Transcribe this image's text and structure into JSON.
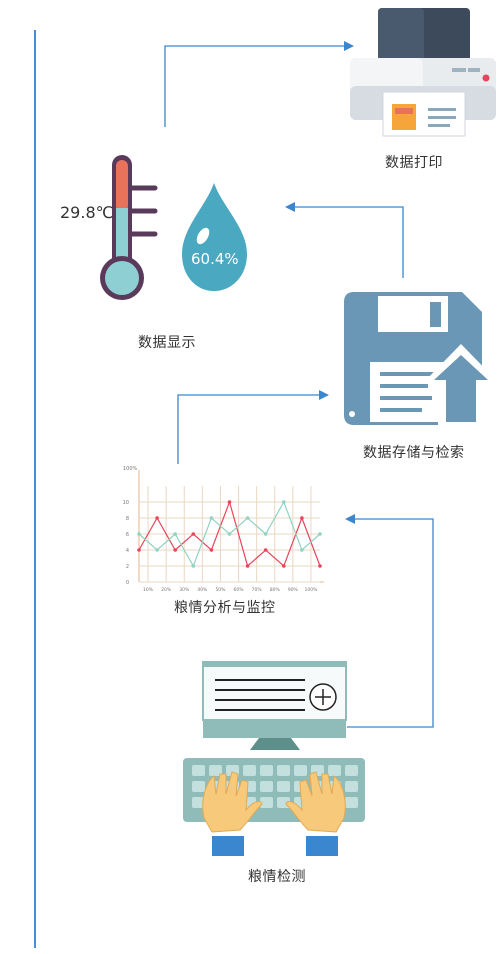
{
  "nodes": {
    "print": {
      "label": "数据打印"
    },
    "display": {
      "label": "数据显示",
      "temperature": "29.8℃",
      "humidity": "60.4%"
    },
    "storage": {
      "label": "数据存储与检索"
    },
    "analysis": {
      "label": "粮情分析与监控"
    },
    "detection": {
      "label": "粮情检测"
    }
  },
  "chart_data": {
    "type": "line",
    "y_title": "100%",
    "y_ticks": [
      "10",
      "8",
      "6",
      "4",
      "2",
      "0"
    ],
    "x_ticks": [
      "10%",
      "20%",
      "30%",
      "40%",
      "50%",
      "60%",
      "70%",
      "80%",
      "90%",
      "100%"
    ],
    "ylim": [
      0,
      12
    ],
    "series": [
      {
        "color": "#e8455a",
        "values": [
          4,
          8,
          4,
          6,
          4,
          10,
          2,
          4,
          2,
          8,
          2
        ]
      },
      {
        "color": "#8fd3c3",
        "values": [
          6,
          4,
          6,
          2,
          8,
          6,
          8,
          6,
          10,
          4,
          6
        ]
      }
    ]
  },
  "colors": {
    "arrow": "#3a86cf",
    "storage": "#6a97b5",
    "drop": "#4aa8c0",
    "thermo_outline": "#5a3a5a",
    "thermo_red": "#e8735a",
    "thermo_teal": "#8ecfd4"
  }
}
